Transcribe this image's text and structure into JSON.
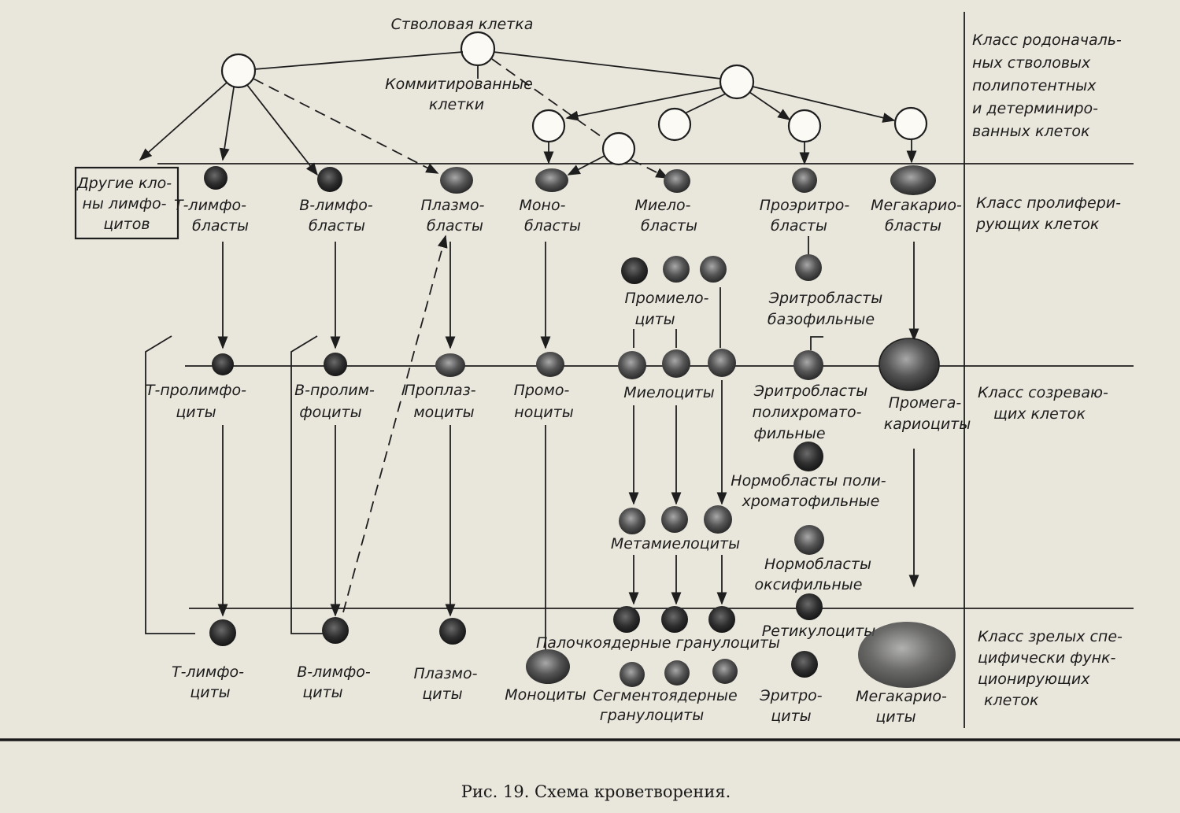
{
  "diagram": {
    "stem_cell": "Стволовая клетка",
    "committed": [
      "Коммитированные",
      "клетки"
    ],
    "other_clones": [
      "Другие кло-",
      "ны лимфо-",
      "цитов"
    ],
    "blasts": [
      [
        "Т-лимфо-",
        "бласты"
      ],
      [
        "В-лимфо-",
        "бласты"
      ],
      [
        "Плазмо-",
        "бласты"
      ],
      [
        "Моно-",
        "бласты"
      ],
      [
        "Миело-",
        "бласты"
      ],
      [
        "Проэритро-",
        "бласты"
      ],
      [
        "Мегакарио-",
        "бласты"
      ]
    ],
    "promyelocytes": [
      "Промиело-",
      "циты"
    ],
    "erythroblasts_basophilic": [
      "Эритробласты",
      "базофильные"
    ],
    "maturing": [
      [
        "Т-пролимфо-",
        "циты"
      ],
      [
        "В-пролим-",
        "фоциты"
      ],
      [
        "Проплаз-",
        "моциты"
      ],
      [
        "Промо-",
        "ноциты"
      ]
    ],
    "myelocytes": "Миелоциты",
    "erythroblasts_poly": [
      "Эритробласты",
      "полихромато-",
      "фильные"
    ],
    "promegakaryocytes": [
      "Промега-",
      "кариоциты"
    ],
    "normoblasts_poly": [
      "Нормобласты поли-",
      "хроматофильные"
    ],
    "metamyelocytes": "Метамиелоциты",
    "normoblasts_oxy": [
      "Нормобласты",
      "оксифильные"
    ],
    "reticulocytes": "Ретикулоциты",
    "band": "Палочкоядерные гранулоциты",
    "segmented": [
      "Сегментоядерные",
      "гранулоциты"
    ],
    "mature": [
      [
        "Т-лимфо-",
        "циты"
      ],
      [
        "В-лимфо-",
        "циты"
      ],
      [
        "Плазмо-",
        "циты"
      ],
      [
        "Моноциты"
      ],
      [
        "Эритро-",
        "циты"
      ],
      [
        "Мегакарио-",
        "циты"
      ]
    ],
    "classes": [
      [
        "Класс родоначаль-",
        "ных стволовых",
        "полипотентных",
        "и детерминиро-",
        "ванных клеток"
      ],
      [
        "Класс пролифери-",
        "рующих клеток"
      ],
      [
        "Класс созреваю-",
        "щих клеток"
      ],
      [
        "Класс зрелых спе-",
        "цифически функ-",
        "ционирующих",
        "клеток"
      ]
    ],
    "caption": "Рис. 19. Схема кроветворения."
  }
}
